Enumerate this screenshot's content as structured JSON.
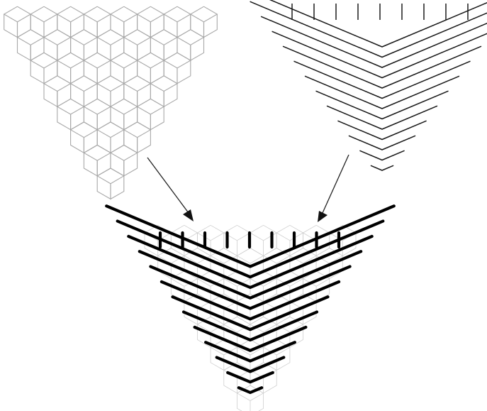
{
  "figure": {
    "panels": [
      {
        "id": "lozenge-tiling",
        "description_hidden": true
      },
      {
        "id": "nonintersecting-paths",
        "description_hidden": true
      },
      {
        "id": "combined-overlay",
        "description_hidden": true
      }
    ],
    "triangle_side": 8,
    "colors": {
      "tiling": "#a8a8a8",
      "lattice": "#cfcfcf",
      "paths": "#000000",
      "arrows": "#111111",
      "background": "#ffffff"
    },
    "arrows": [
      {
        "from": "lozenge-tiling",
        "to": "combined-overlay"
      },
      {
        "from": "nonintersecting-paths",
        "to": "combined-overlay"
      }
    ]
  }
}
